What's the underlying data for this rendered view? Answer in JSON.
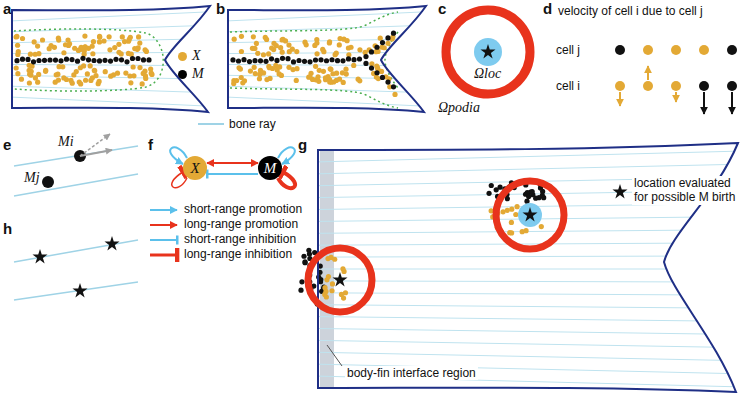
{
  "diagram": {
    "nodes": [
      {
        "text": [
          "X"
        ]
      },
      {
        "text": [
          "M"
        ]
      }
    ],
    "edges": [
      {
        "from": 0,
        "to": 1,
        "arrow": "both"
      },
      {
        "from": 1,
        "to": 0,
        "arrow": "to"
      }
    ],
    "labels": [
      "a",
      "b",
      "c",
      "d",
      "e",
      "f",
      "g",
      "h",
      "Ωpodia",
      "Ωloc",
      "velocity of cell i due to cell j",
      "cell j",
      "cell i",
      "Mi",
      "Mj",
      "location evaluated for possible M birth",
      "body-fin interface region"
    ],
    "legend": [
      {
        "text": "X",
        "color": "#e3a935"
      },
      {
        "text": "M",
        "color": "#000000"
      },
      {
        "text": "bone ray"
      },
      {
        "text": "short-range promotion"
      },
      {
        "text": "long-range promotion"
      },
      {
        "text": "short-range inhibition"
      },
      {
        "text": "long-range inhibition"
      }
    ]
  }
}
